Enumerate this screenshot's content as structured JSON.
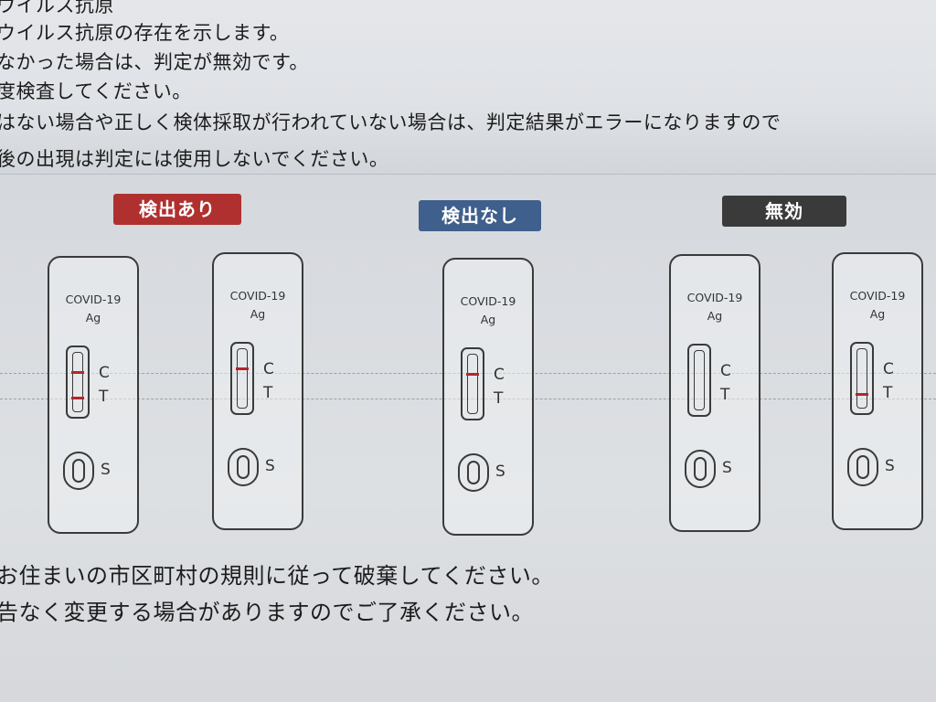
{
  "instructions": {
    "line1": "ウイルス抗原",
    "line2": "ウイルス抗原の存在を示します。",
    "line3": "なかった場合は、判定が無効です。",
    "line4": "度検査してください。",
    "line5": "はない場合や正しく検体採取が行われていない場合は、判定結果がエラーになりますので",
    "line6": "後の出現は判定には使用しないでください。"
  },
  "result_labels": {
    "positive": "検出あり",
    "negative": "検出なし",
    "invalid": "無効"
  },
  "colors": {
    "positive": "#b03030",
    "negative": "#3f5f8c",
    "invalid": "#3a3a3a",
    "test_line": "#b3262b"
  },
  "cassettes": [
    {
      "brand": "COVID-19",
      "sub": "Ag",
      "c": "C",
      "t": "T",
      "s": "S",
      "c_line": true,
      "t_line": true
    },
    {
      "brand": "COVID-19",
      "sub": "Ag",
      "c": "C",
      "t": "T",
      "s": "S",
      "c_line": true,
      "t_line": false
    },
    {
      "brand": "COVID-19",
      "sub": "Ag",
      "c": "C",
      "t": "T",
      "s": "S",
      "c_line": true,
      "t_line": false
    },
    {
      "brand": "COVID-19",
      "sub": "Ag",
      "c": "C",
      "t": "T",
      "s": "S",
      "c_line": false,
      "t_line": false
    },
    {
      "brand": "COVID-19",
      "sub": "Ag",
      "c": "C",
      "t": "T",
      "s": "S",
      "c_line": false,
      "t_line": true
    }
  ],
  "footer": {
    "line1": "お住まいの市区町村の規則に従って破棄してください。",
    "line2": "告なく変更する場合がありますのでご了承ください。"
  }
}
